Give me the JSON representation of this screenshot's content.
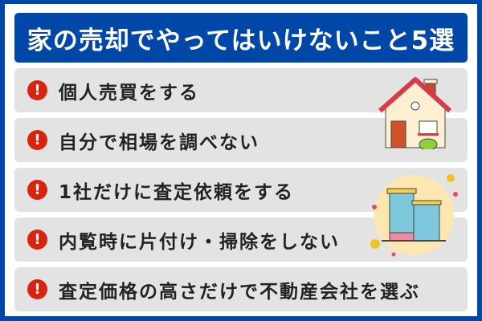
{
  "title": "家の売却でやってはいけないこと5選",
  "items": [
    {
      "label": "個人売買をする",
      "icon": "exclamation-icon"
    },
    {
      "label": "自分で相場を調べない",
      "icon": "exclamation-icon"
    },
    {
      "label": "1社だけに査定依頼をする",
      "icon": "exclamation-icon"
    },
    {
      "label": "内覧時に片付け・掃除をしない",
      "icon": "exclamation-icon"
    },
    {
      "label": "査定価格の高さだけで不動産会社を選ぶ",
      "icon": "exclamation-icon"
    }
  ],
  "warn_symbol": "!",
  "colors": {
    "brand": "#0047a8",
    "row": "#e3e3e3",
    "warn": "#d8230f"
  }
}
